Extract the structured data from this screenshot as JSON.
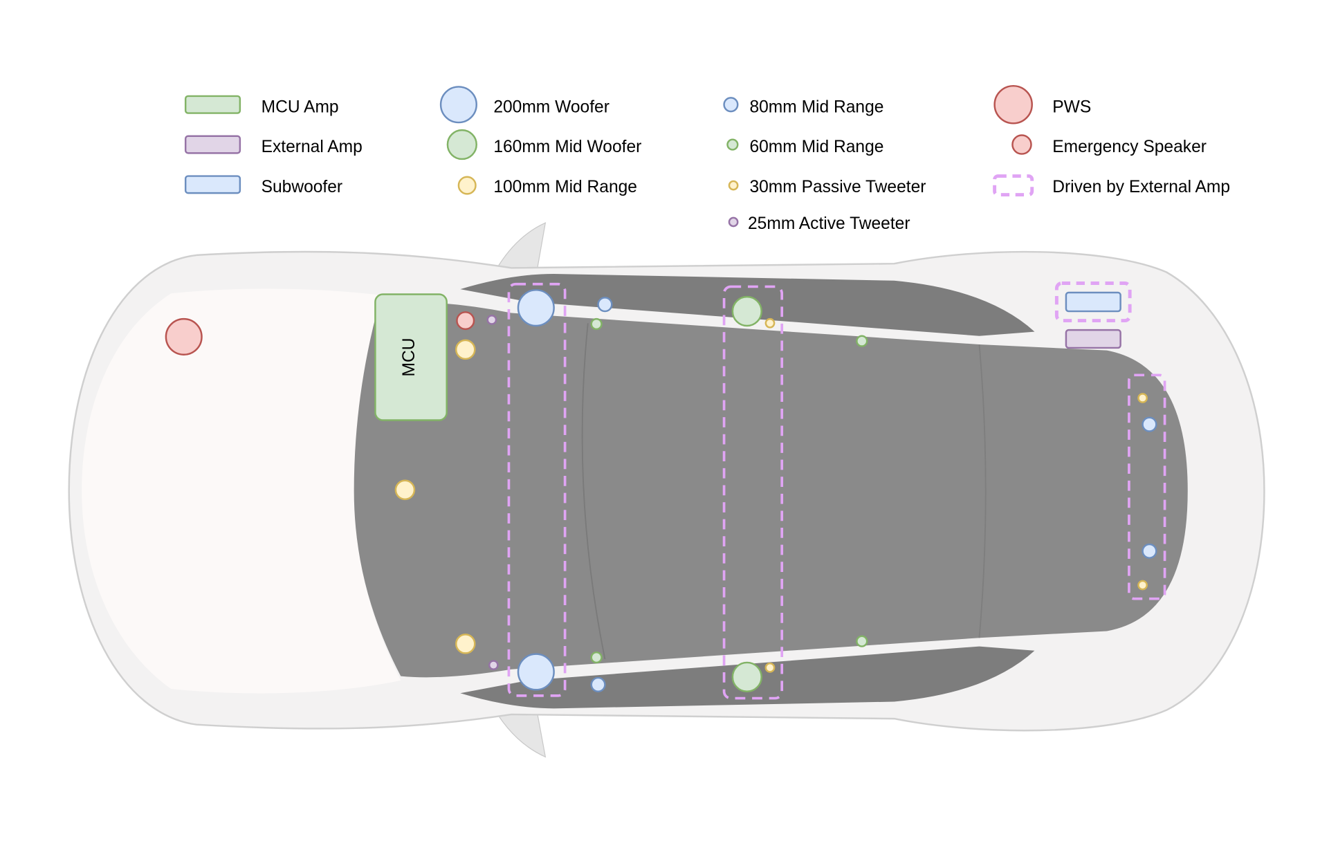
{
  "legend": {
    "mcu_amp": "MCU Amp",
    "external_amp": "External Amp",
    "subwoofer": "Subwoofer",
    "woofer_200": "200mm Woofer",
    "mid_woofer_160": "160mm Mid Woofer",
    "mid_range_100": "100mm Mid Range",
    "mid_range_80": "80mm Mid Range",
    "mid_range_60": "60mm Mid Range",
    "passive_tweeter_30": "30mm Passive Tweeter",
    "active_tweeter_25": "25mm Active Tweeter",
    "pws": "PWS",
    "emergency_speaker": "Emergency Speaker",
    "driven_by_external_amp": "Driven by External Amp"
  },
  "diagram": {
    "mcu_label": "MCU"
  },
  "colors": {
    "green_fill": "#d5e8d4",
    "green_stroke": "#82b366",
    "purple_fill": "#e1d5e7",
    "purple_stroke": "#9673a6",
    "blue_fill": "#dae8fc",
    "blue_stroke": "#6c8ebf",
    "yellow_fill": "#fff2cc",
    "yellow_stroke": "#d6b656",
    "red_fill": "#f8cecc",
    "red_stroke": "#b85450",
    "external_amp_dash": "#e0a4f4"
  }
}
